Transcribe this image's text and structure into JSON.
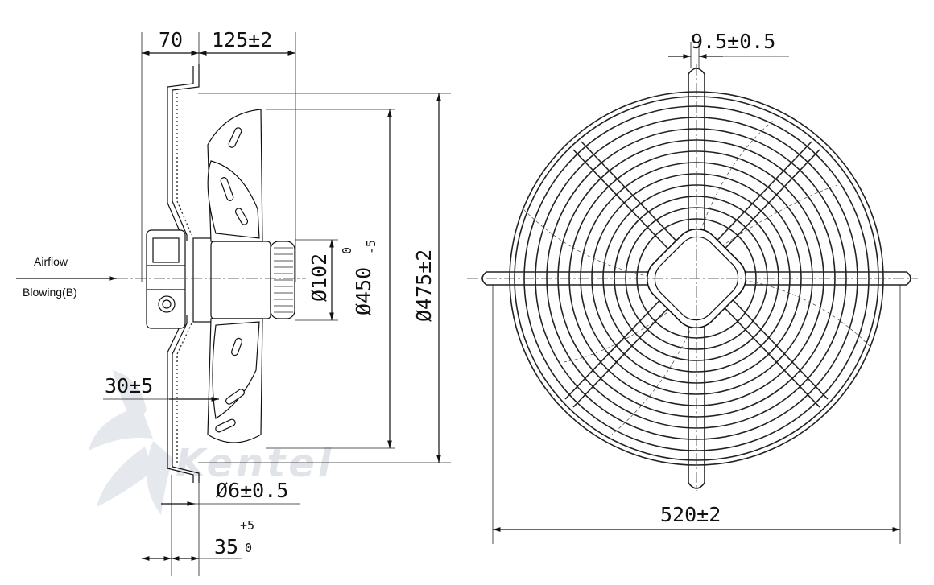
{
  "side_view": {
    "dim_70": "70",
    "dim_125": "125±2",
    "dim_phi102": "Ø102",
    "dim_phi450": "Ø450",
    "dim_phi450_tol_upper": "0",
    "dim_phi450_tol_lower": "-5",
    "dim_phi475": "Ø475±2",
    "dim_30": "30±5",
    "dim_phi6": "Ø6±0.5",
    "dim_35": "35",
    "dim_35_tol_upper": "+5",
    "dim_35_tol_lower": "0",
    "airflow_label": "Airflow",
    "blowing_label": "Blowing(B)"
  },
  "front_view": {
    "dim_9_5": "9.5±0.5",
    "dim_520": "520±2"
  },
  "watermark": {
    "text": "Kentel",
    "color_primary": "#d9dde3",
    "color_accent": "#bcd7f0"
  }
}
